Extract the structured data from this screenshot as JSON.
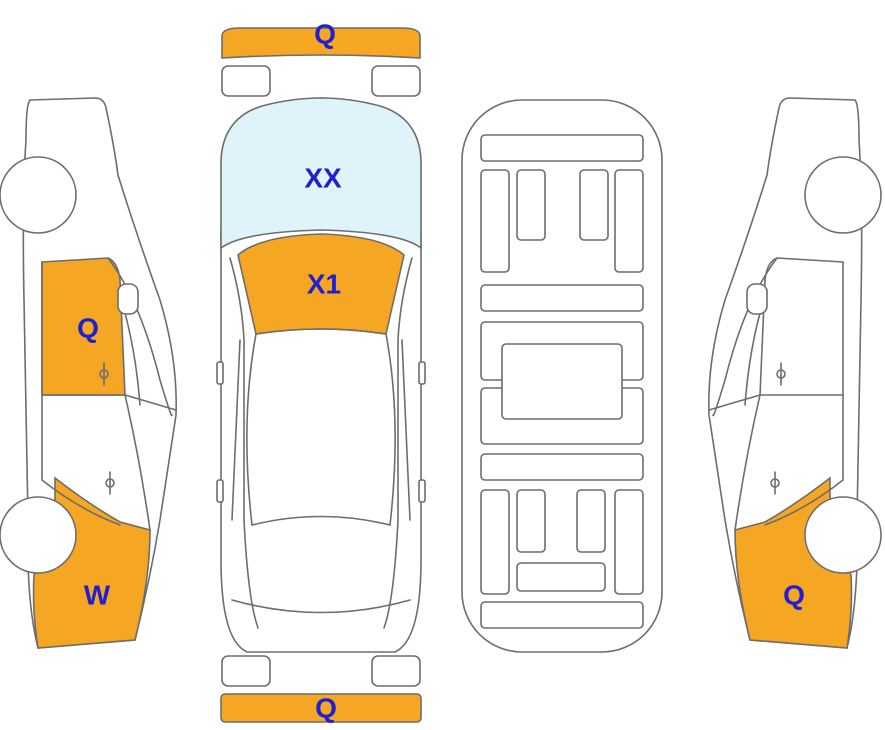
{
  "colors": {
    "damage": "#f5a623",
    "glass": "#dff3fa",
    "label": "#2020d0"
  },
  "marks": {
    "front_bumper": "Q",
    "windshield": "XX",
    "hood": "X1",
    "rear_bumper": "Q",
    "left_front_door": "Q",
    "left_rear_quarter": "W",
    "right_rear_quarter": "Q"
  }
}
